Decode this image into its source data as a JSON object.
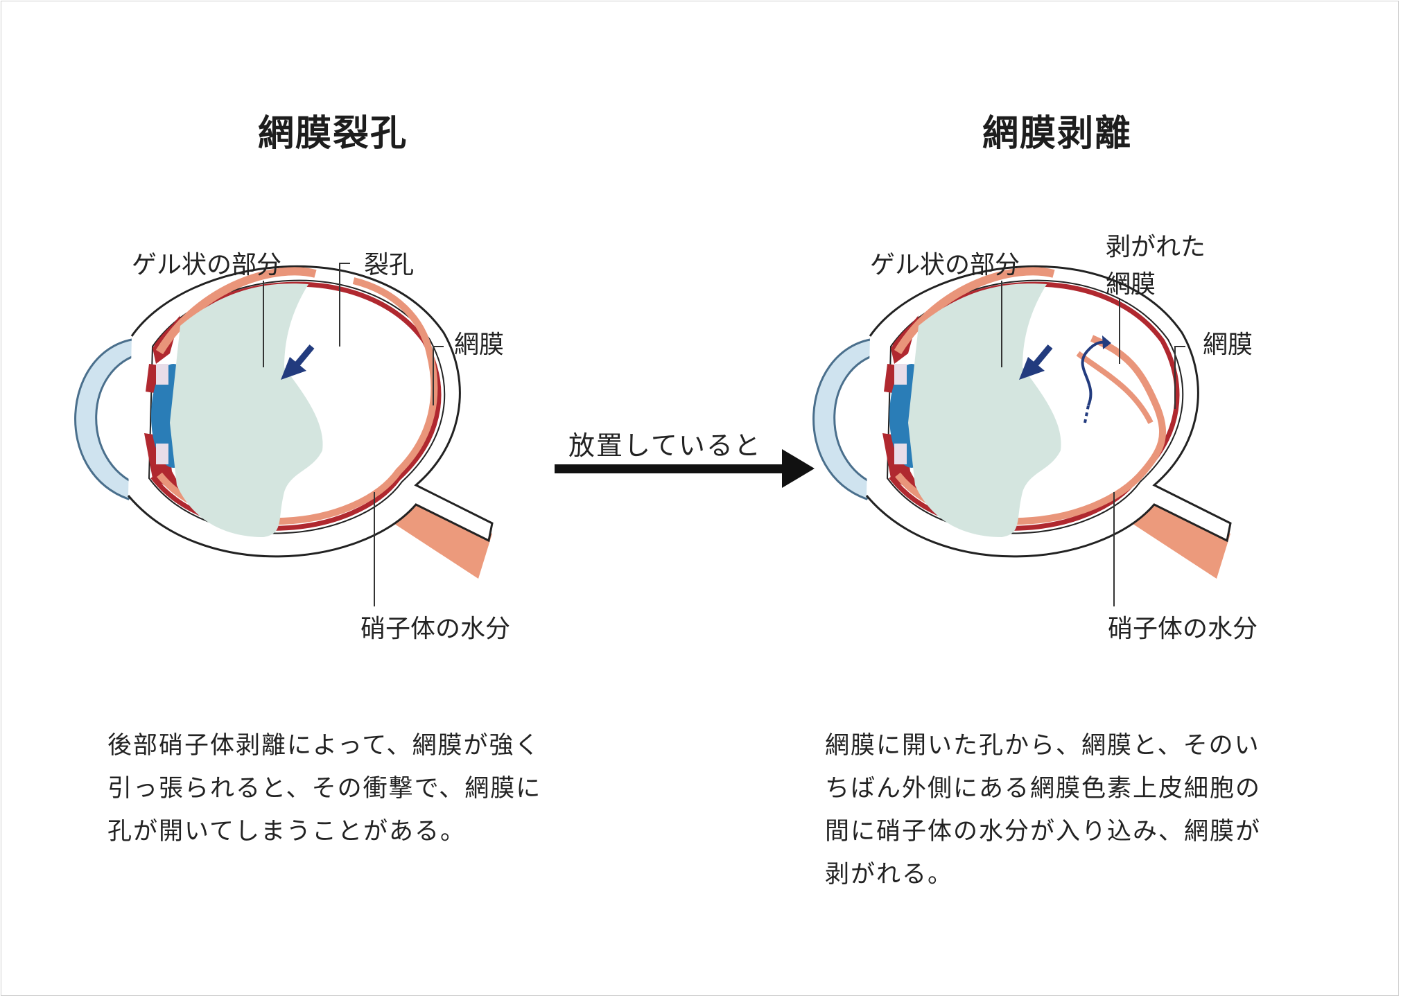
{
  "left": {
    "title": "網膜裂孔",
    "labels": {
      "gel": "ゲル状の部分",
      "hole": "裂孔",
      "retina": "網膜",
      "water": "硝子体の水分"
    },
    "caption": [
      "後部硝子体剥離によって、網膜が強く",
      "引っ張られると、その衝撃で、網膜に",
      "孔が開いてしまうことがある。"
    ]
  },
  "arrow": {
    "label": "放置していると"
  },
  "right": {
    "title": "網膜剥離",
    "labels": {
      "gel": "ゲル状の部分",
      "peeled_line1": "剥がれた",
      "peeled_line2": "網膜",
      "retina": "網膜",
      "water": "硝子体の水分"
    },
    "caption": [
      "網膜に開いた孔から、網膜と、そのい",
      "ちばん外側にある網膜色素上皮細胞の",
      "間に硝子体の水分が入り込み、網膜が",
      "剥がれる。"
    ]
  },
  "colors": {
    "cornea": "#cfe3ef",
    "cornea_stroke": "#4a6f8c",
    "lens": "#2a7db7",
    "gel": "#d4e5df",
    "choroid": "#b0282f",
    "retina": "#e9957a",
    "optic_nerve": "#ec9a7c",
    "arrow_blue": "#223b7e",
    "arrow_black": "#111111"
  }
}
